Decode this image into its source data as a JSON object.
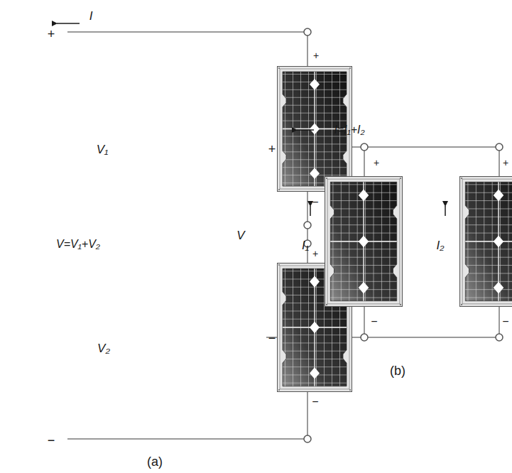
{
  "diagram": {
    "labels": [
      "I",
      "+",
      "+",
      "V₁",
      "−",
      "V=V₁+V₂",
      "+",
      "V₂",
      "−",
      "−",
      "(a)",
      "I=I₁+I₂",
      "+",
      "+",
      "+",
      "V",
      "I₁",
      "I₂",
      "−",
      "−",
      "−",
      "(b)"
    ]
  }
}
